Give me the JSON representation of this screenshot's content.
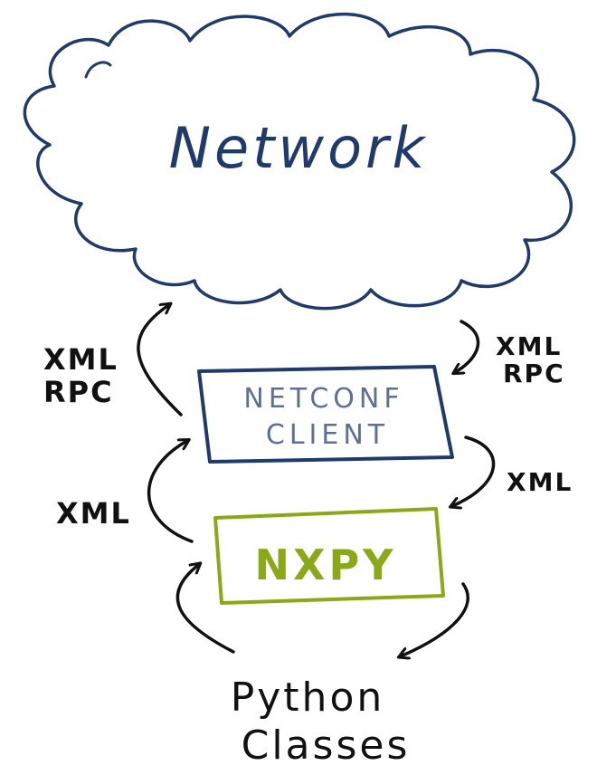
{
  "colors": {
    "navy": "#1f3a6b",
    "green": "#8aa817",
    "ink": "#111111",
    "box_text": "#5e7192"
  },
  "cloud": {
    "label": "Network"
  },
  "netconf": {
    "line1": "NETCONF",
    "line2": "CLIENT"
  },
  "nxpy": {
    "label": "NXPY"
  },
  "labels": {
    "left_top_1": "XML",
    "left_top_2": "RPC",
    "right_top_1": "XML",
    "right_top_2": "RPC",
    "right_mid": "XML",
    "left_mid": "XML"
  },
  "bottom": {
    "line1": "Python",
    "line2": "Classes"
  }
}
